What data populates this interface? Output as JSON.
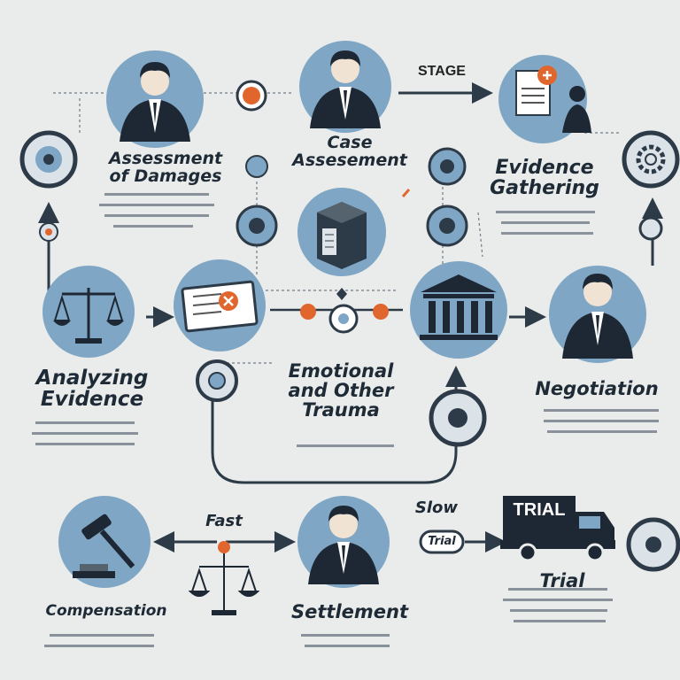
{
  "stages": {
    "assessment_of_damages": "Assessment\nof Damages",
    "case_assessment": "Case\nAssesement",
    "evidence_gathering": "Evidence\nGathering",
    "analyzing_evidence": "Analyzing\nEvidence",
    "emotional_trauma": "Emotional\nand Other\nTrauma",
    "negotiation": "Negotiation",
    "compensation": "Compensation",
    "settlement": "Settlement",
    "trial": "Trial"
  },
  "labels": {
    "stage": "STAGE",
    "fast": "Fast",
    "slow": "Slow",
    "trial_badge": "Trial",
    "truck_sign": "TRIAL"
  },
  "colors": {
    "background": "#e9ecea",
    "circle": "#7fa6c4",
    "dark": "#2d3a47",
    "accent": "#e0662e"
  }
}
